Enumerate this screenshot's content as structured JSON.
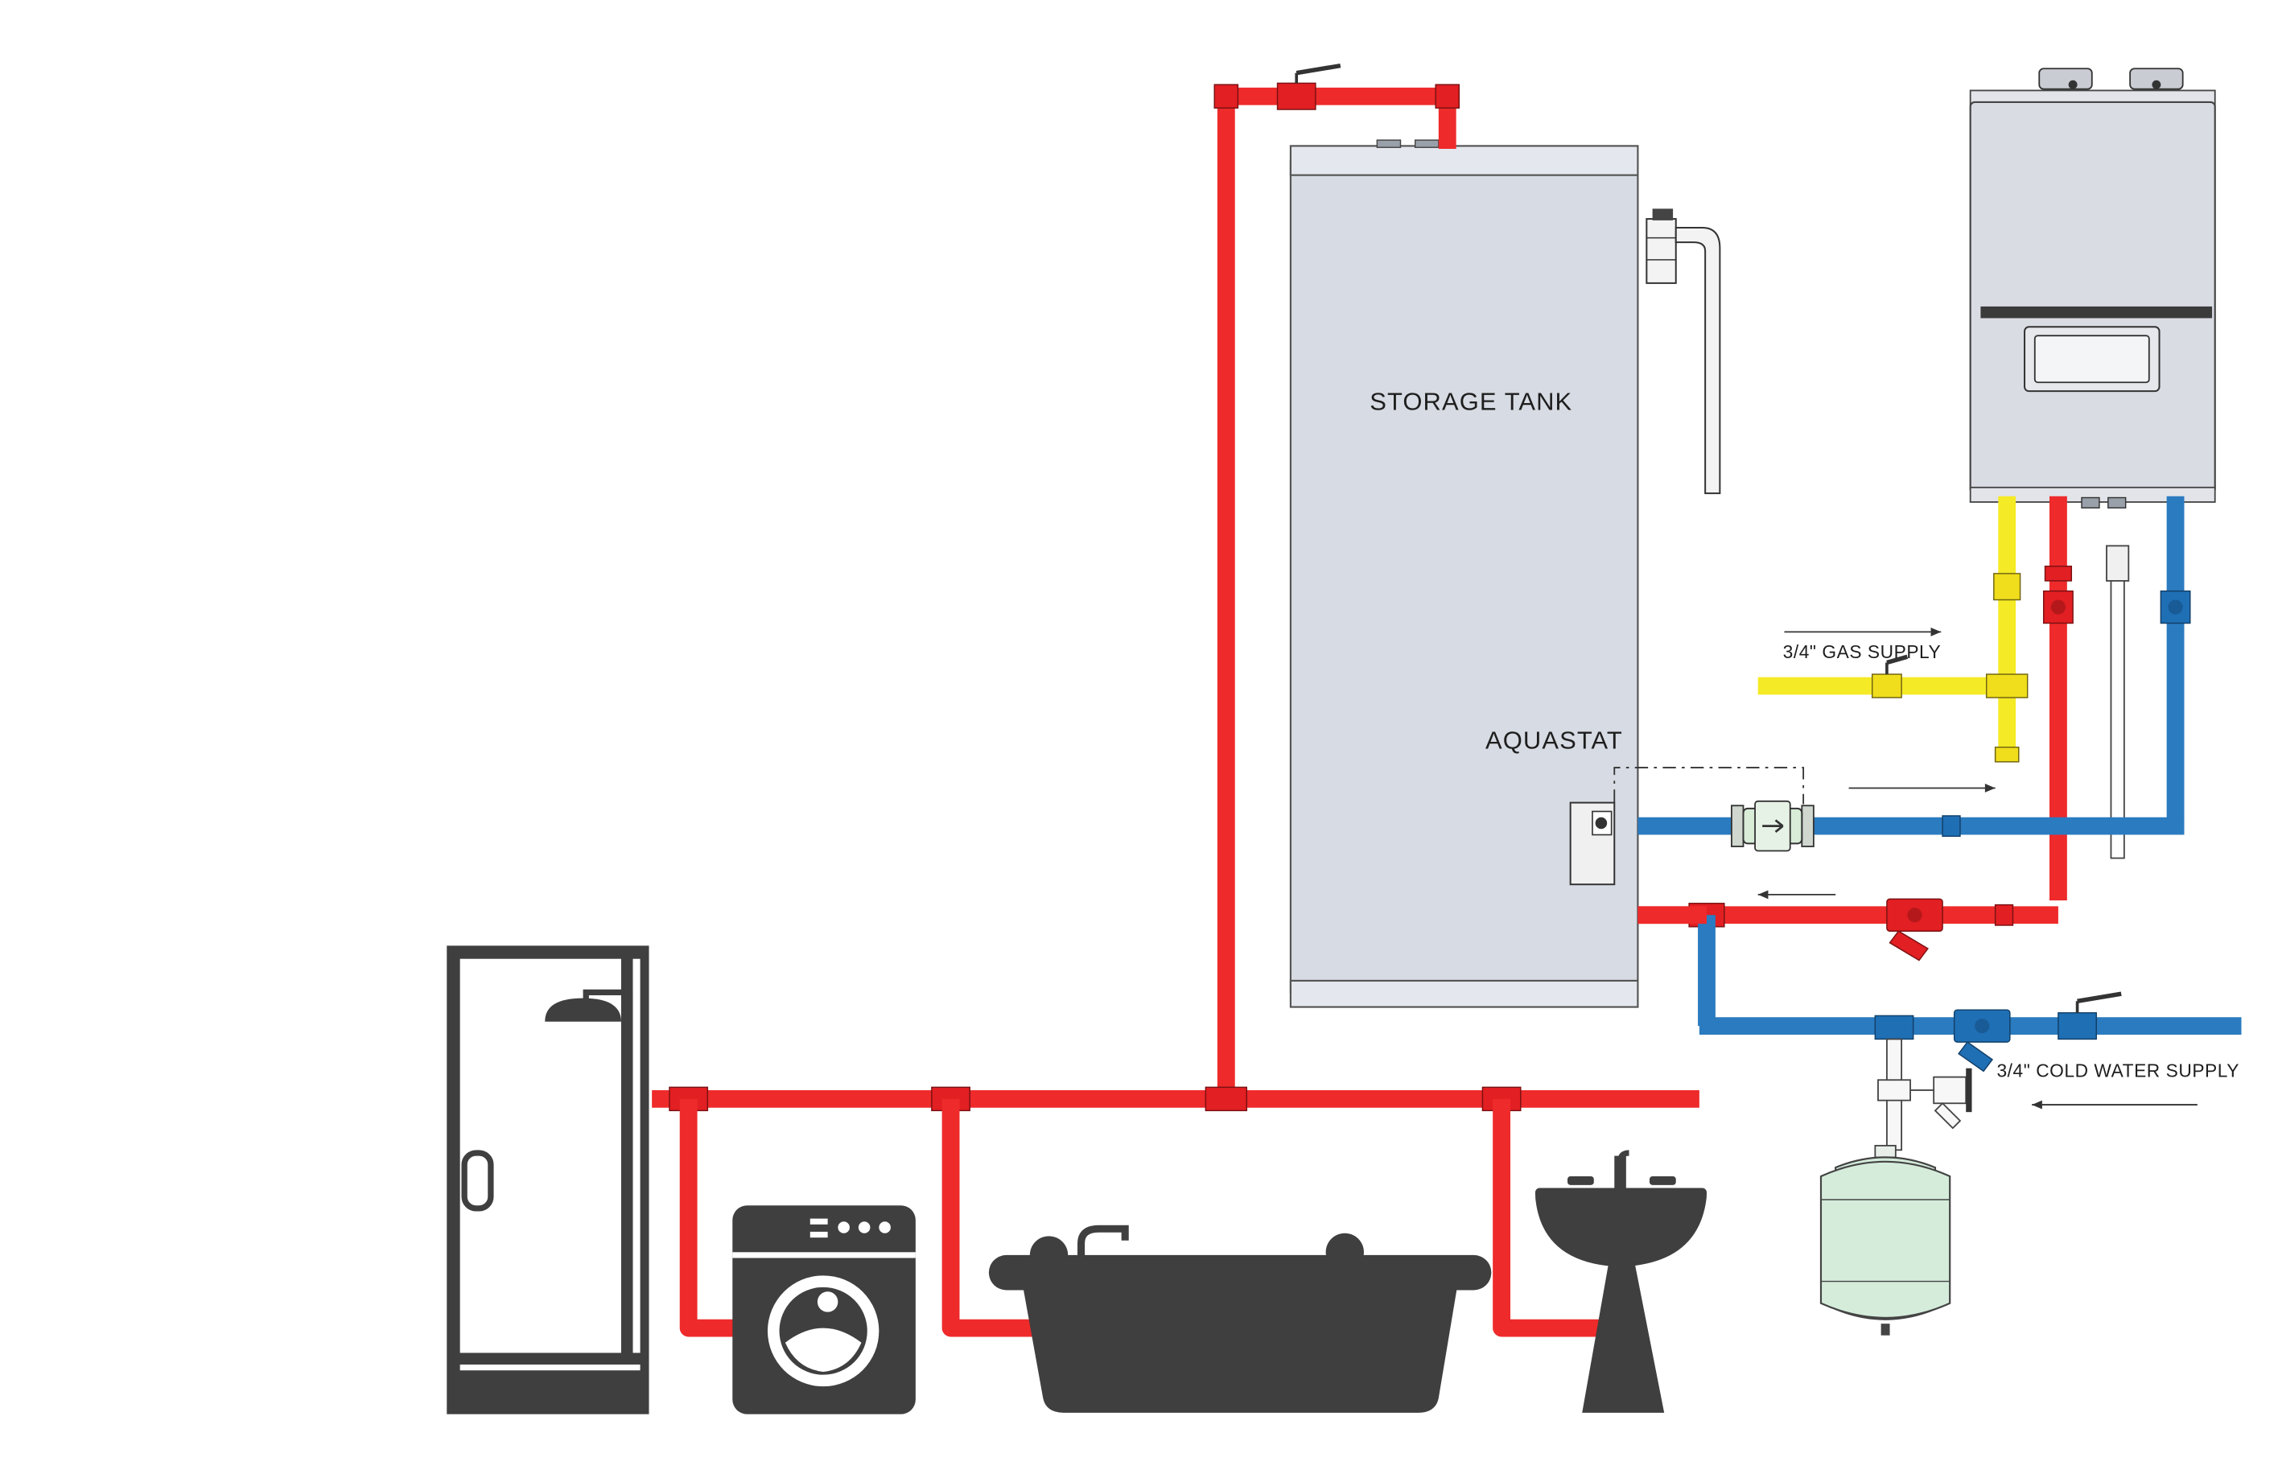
{
  "labels": {
    "storage_tank": "STORAGE TANK",
    "aquastat": "AQUASTAT",
    "gas_supply": "3/4\" GAS SUPPLY",
    "cold_water_supply": "3/4\" COLD WATER SUPPLY"
  },
  "colors": {
    "hot_water_pipe": "#ee2a2b",
    "cold_water_pipe": "#2b7bc0",
    "gas_pipe": "#f5ea26",
    "storage_tank": "#d7dbe3",
    "water_heater": "#d9dce3",
    "expansion_tank": "#d5ecdb",
    "fixtures": "#3f3f3f"
  },
  "icons": [
    "shower-icon",
    "washing-machine-icon",
    "bathtub-icon",
    "sink-icon",
    "expansion-tank-icon",
    "tankless-water-heater-icon",
    "storage-tank-icon",
    "circulator-pump-icon",
    "aquastat-icon",
    "ball-valve-icon",
    "check-valve-icon",
    "strainer-icon",
    "pressure-relief-valve-icon"
  ]
}
